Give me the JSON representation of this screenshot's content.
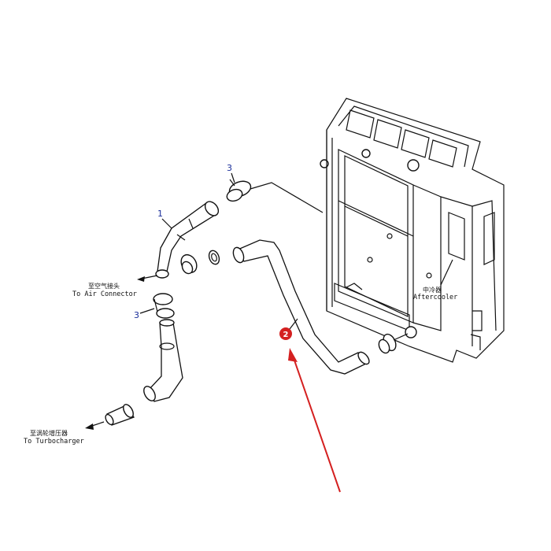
{
  "callouts": {
    "part_1": "1",
    "part_2": "2",
    "part_3_top": "3",
    "part_3_left": "3"
  },
  "labels": {
    "air_connector_cn": "至空气接头",
    "air_connector_en": "To Air Connector",
    "aftercooler_cn": "中冷器",
    "aftercooler_en": "Aftercooler",
    "turbocharger_cn": "至涡轮增压器",
    "turbocharger_en": "To Turbocharger"
  },
  "colors": {
    "line": "#111111",
    "callout_text": "#1a2e9a",
    "highlight_marker": "#d42020",
    "arrow": "#d42020"
  }
}
